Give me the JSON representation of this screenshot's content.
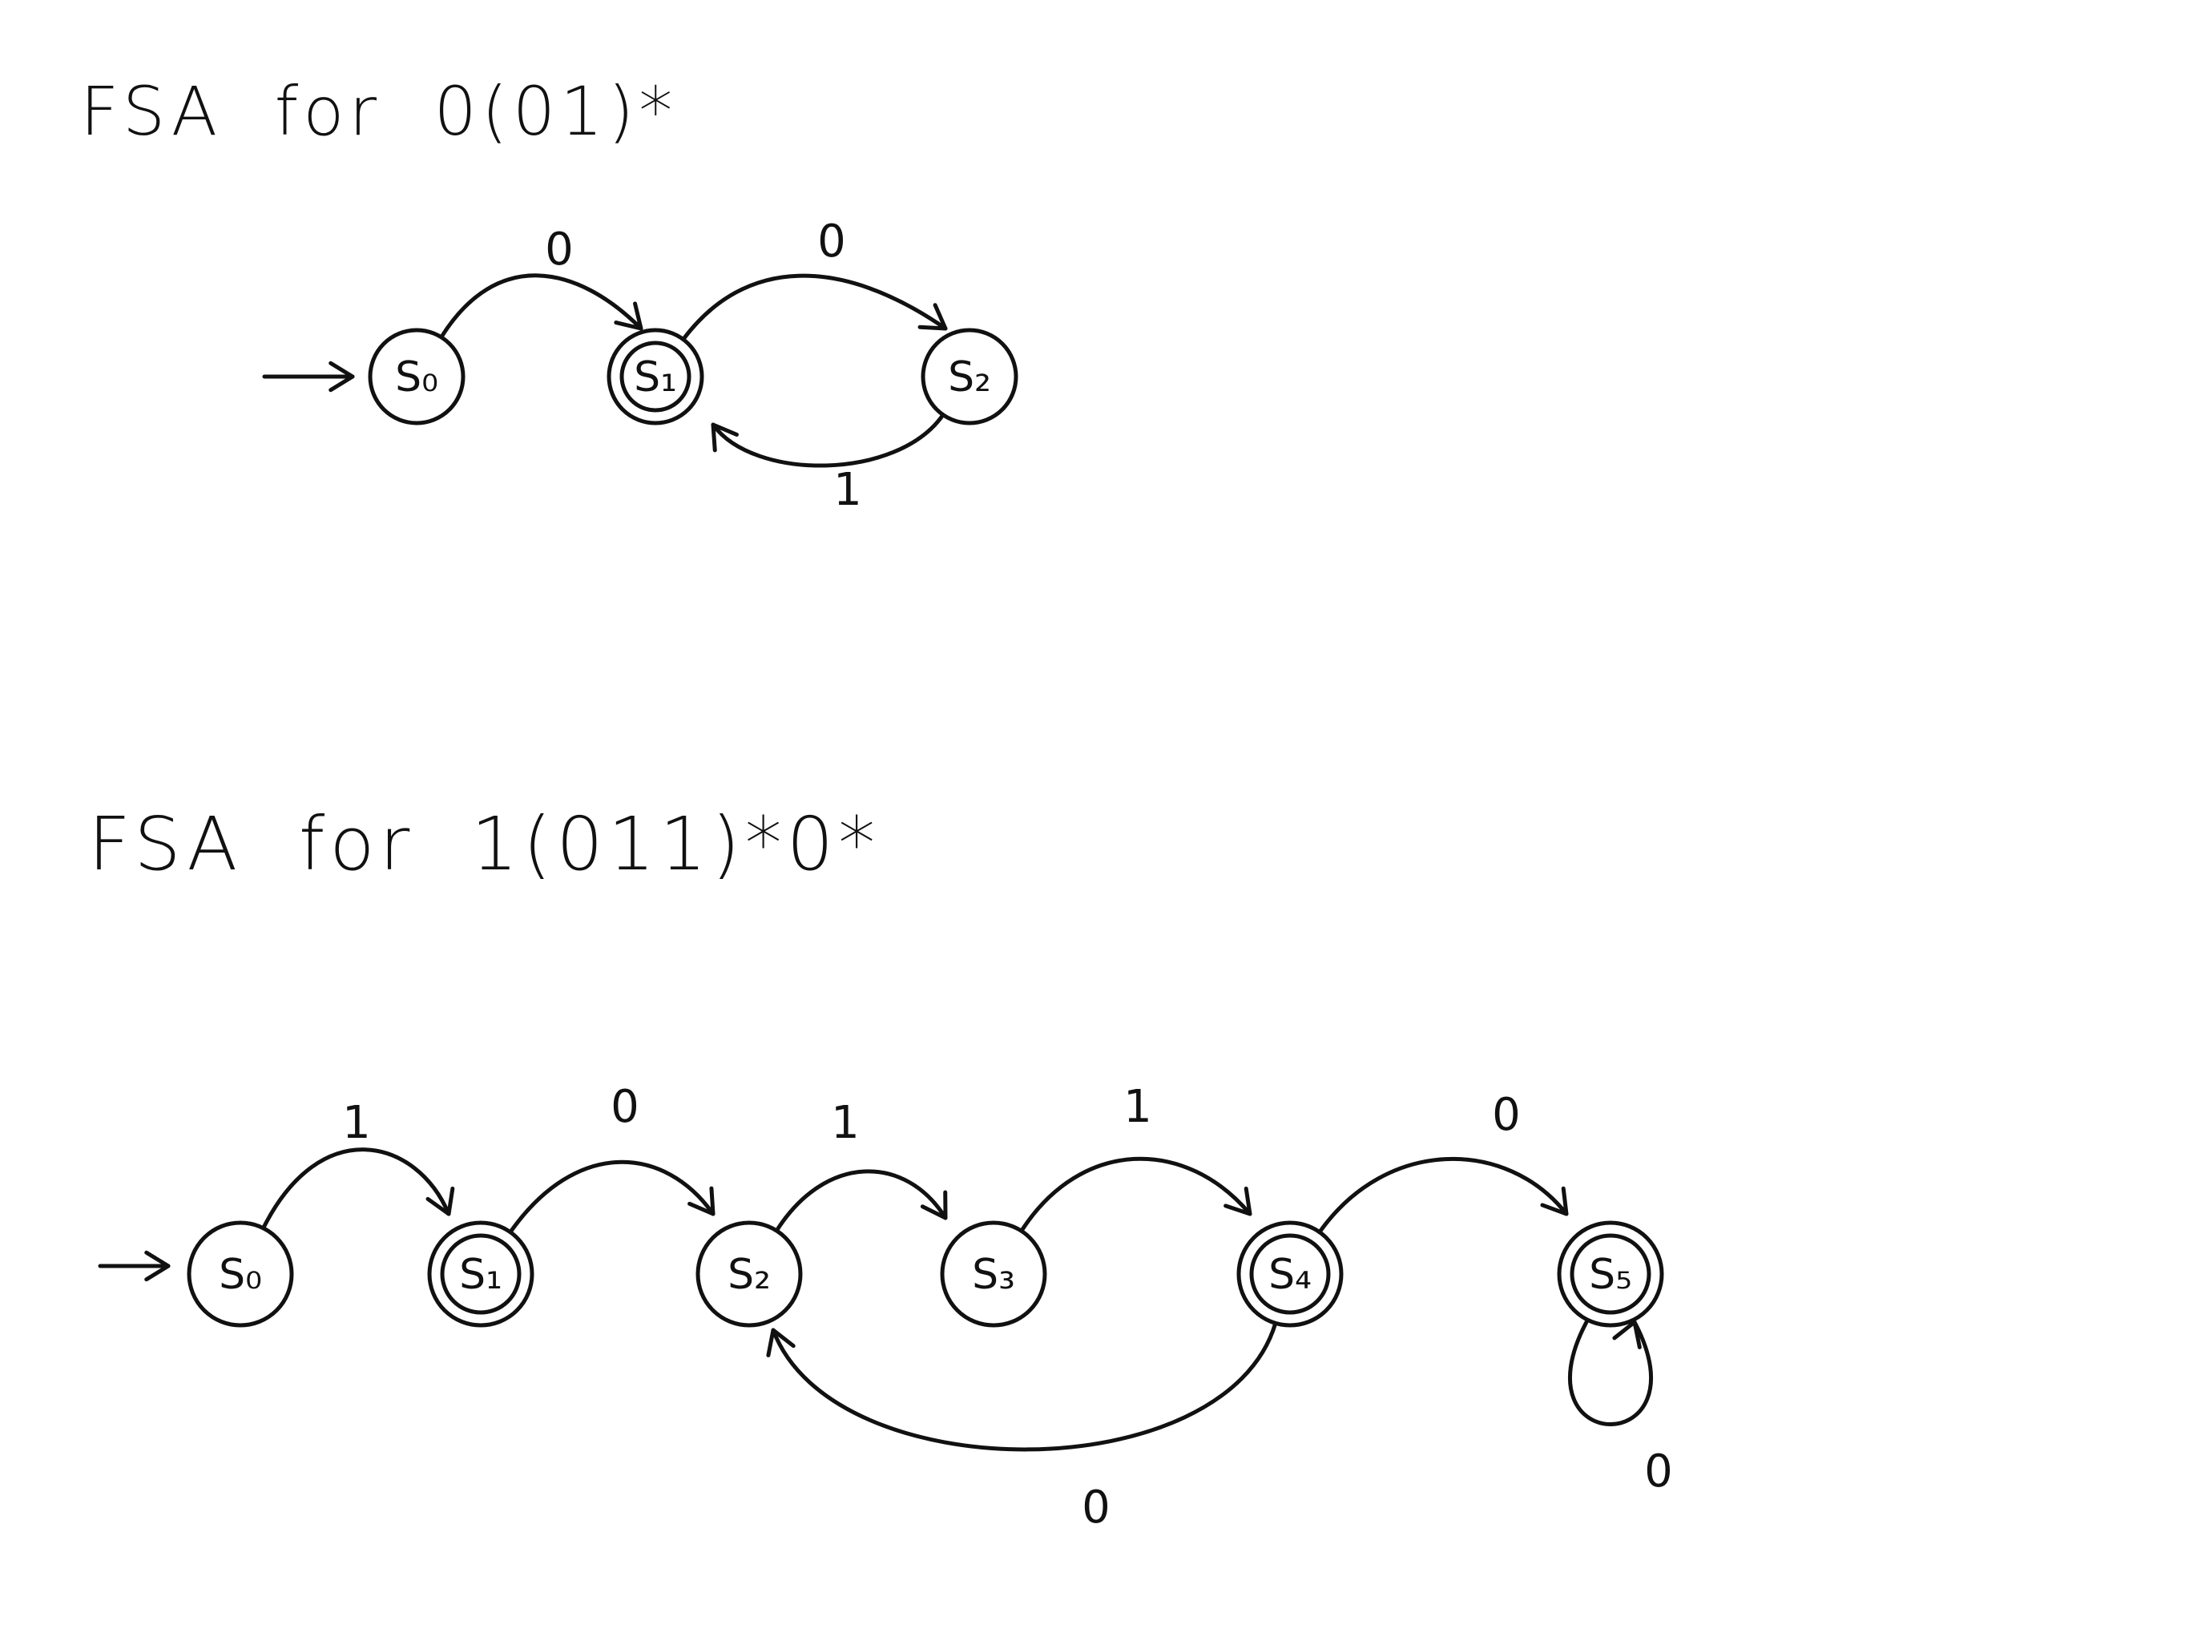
{
  "diagrams": [
    {
      "title": "FSA  for  0(01)*",
      "states": [
        {
          "id": "s0",
          "label": "S₀",
          "start": true,
          "accepting": false
        },
        {
          "id": "s1",
          "label": "S₁",
          "start": false,
          "accepting": true
        },
        {
          "id": "s2",
          "label": "S₂",
          "start": false,
          "accepting": false
        }
      ],
      "transitions": [
        {
          "from": "s0",
          "to": "s1",
          "label": "0"
        },
        {
          "from": "s1",
          "to": "s2",
          "label": "0"
        },
        {
          "from": "s2",
          "to": "s1",
          "label": "1"
        }
      ]
    },
    {
      "title": "FSA  for  1(011)*0*",
      "states": [
        {
          "id": "s0",
          "label": "S₀",
          "start": true,
          "accepting": false
        },
        {
          "id": "s1",
          "label": "S₁",
          "start": false,
          "accepting": true
        },
        {
          "id": "s2",
          "label": "S₂",
          "start": false,
          "accepting": false
        },
        {
          "id": "s3",
          "label": "S₃",
          "start": false,
          "accepting": false
        },
        {
          "id": "s4",
          "label": "S₄",
          "start": false,
          "accepting": true
        },
        {
          "id": "s5",
          "label": "S₅",
          "start": false,
          "accepting": true
        }
      ],
      "transitions": [
        {
          "from": "s0",
          "to": "s1",
          "label": "1"
        },
        {
          "from": "s1",
          "to": "s2",
          "label": "0"
        },
        {
          "from": "s2",
          "to": "s3",
          "label": "1"
        },
        {
          "from": "s3",
          "to": "s4",
          "label": "1"
        },
        {
          "from": "s4",
          "to": "s5",
          "label": "0"
        },
        {
          "from": "s4",
          "to": "s2",
          "label": "0"
        },
        {
          "from": "s5",
          "to": "s5",
          "label": "0"
        }
      ]
    }
  ]
}
